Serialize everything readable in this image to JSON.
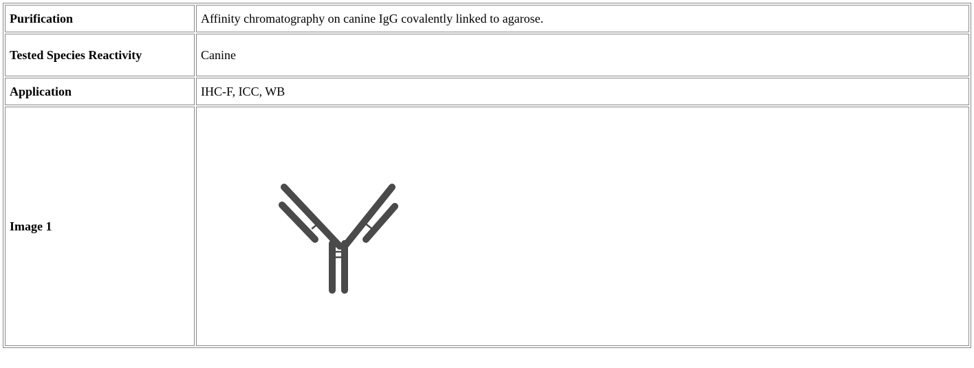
{
  "rows": [
    {
      "label": "Purification",
      "value": "Affinity chromatography on canine IgG covalently linked to agarose."
    },
    {
      "label": "Tested Species Reactivity",
      "value": "Canine"
    },
    {
      "label": "Application",
      "value": "IHC-F, ICC, WB"
    },
    {
      "label": "Image 1",
      "image_icon": "antibody-icon"
    }
  ],
  "colors": {
    "border": "#888888",
    "icon": "#4a4a4a"
  }
}
